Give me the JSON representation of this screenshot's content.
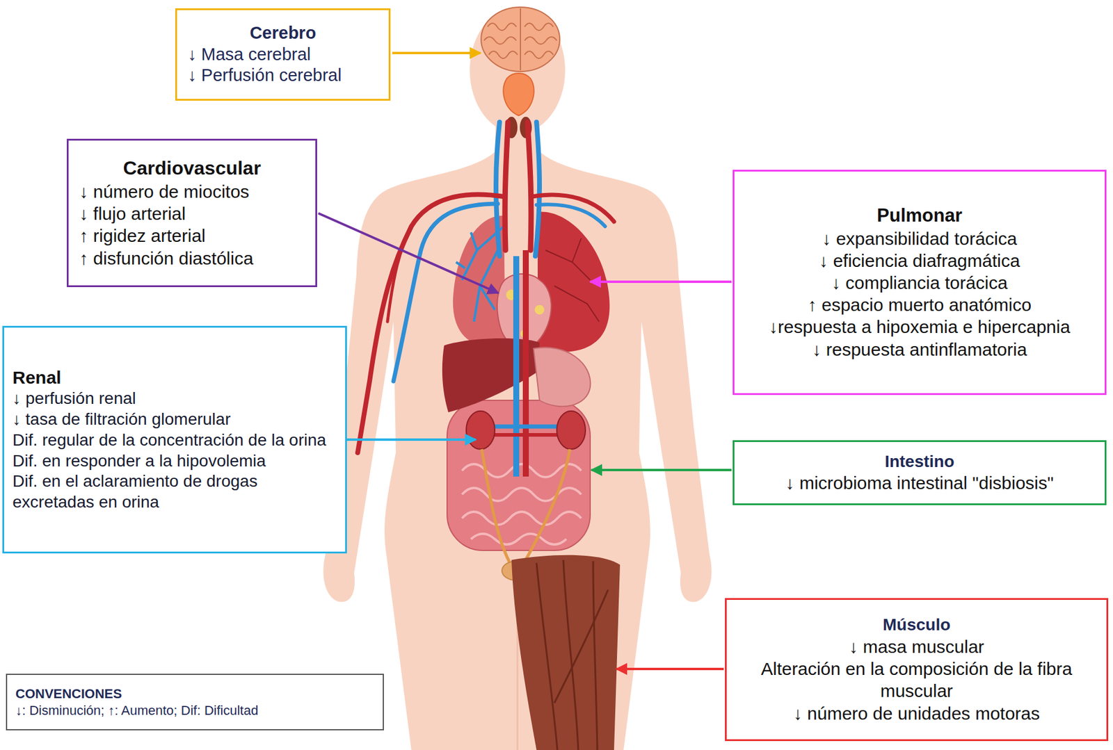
{
  "diagram": {
    "nodes": [
      {
        "text": [
          "Cerebro",
          "↓ Masa cerebral",
          "↓ Perfusión cerebral"
        ]
      },
      {
        "text": [
          "Cardiovascular",
          "↓ número de miocitos",
          "↓ flujo arterial",
          "↑ rigidez arterial",
          "↑ disfunción diastólica"
        ]
      },
      {
        "text": [
          "Pulmonar",
          "↓ expansibilidad torácica",
          "↓ eficiencia diafragmática",
          "↓ compliancia torácica",
          "↑ espacio muerto anatómico",
          "↓respuesta a hipoxemia e hipercapnia",
          "↓ respuesta antinflamatoria"
        ]
      },
      {
        "text": [
          "Renal",
          "↓ perfusión renal",
          "↓ tasa de filtración glomerular",
          "Dif. regular de la concentración de la orina",
          "Dif. en responder a la hipovolemia",
          "Dif. en el aclaramiento de drogas excretadas en orina"
        ]
      },
      {
        "text": [
          "Intestino",
          "↓ microbioma intestinal \"disbiosis\""
        ]
      },
      {
        "text": [
          "Músculo",
          "↓ masa muscular",
          "Alteración en la composición de la fibra muscular",
          "↓ número de unidades motoras"
        ]
      },
      {
        "text": [
          "CONVENCIONES",
          "↓: Disminución; ↑: Aumento; Dif: Dificultad"
        ]
      }
    ]
  }
}
